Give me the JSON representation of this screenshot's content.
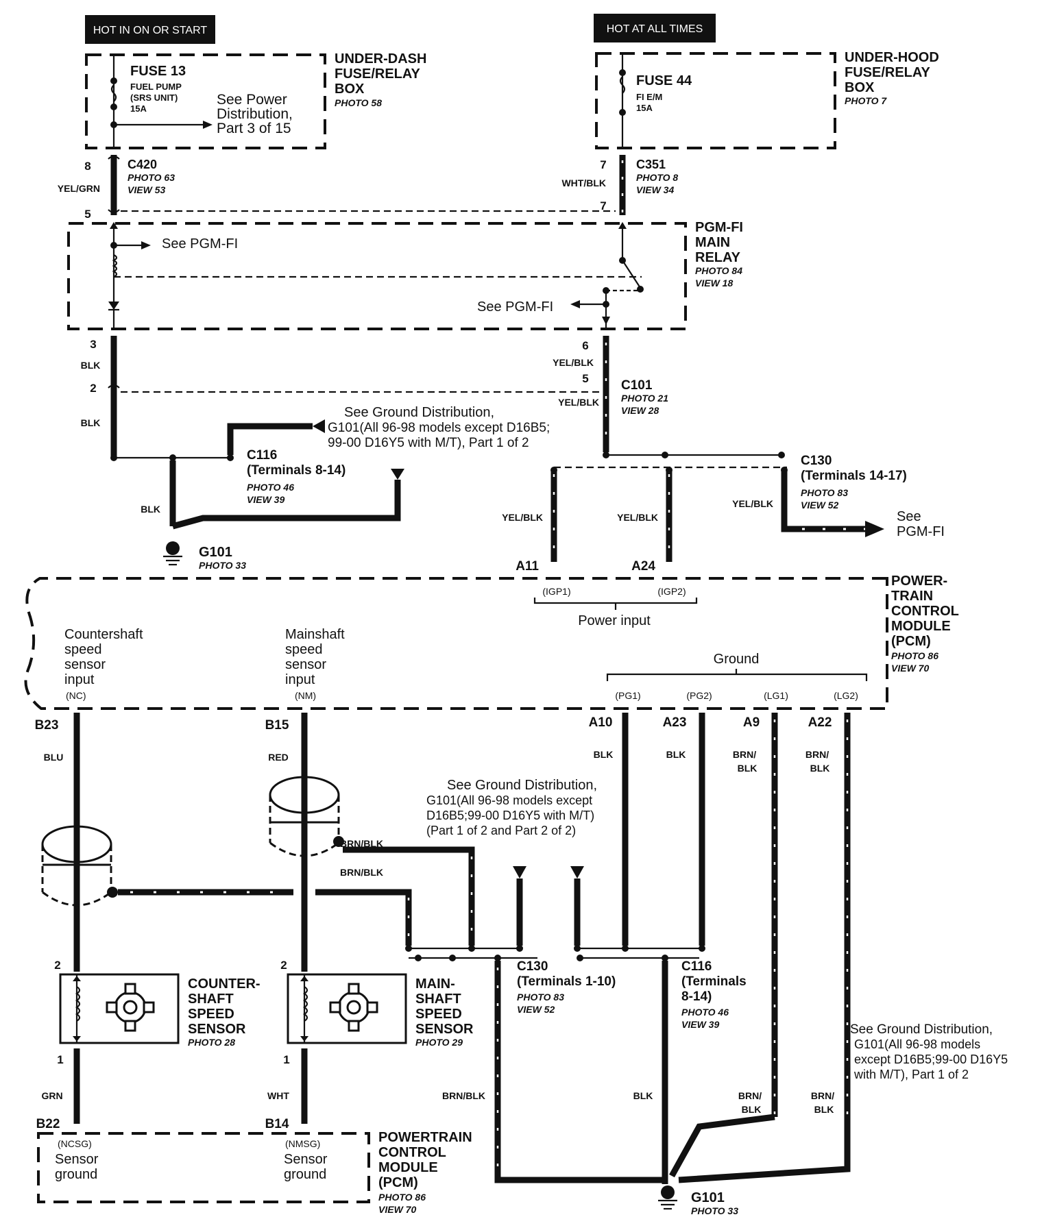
{
  "headers": {
    "ignition": "HOT IN ON OR START",
    "always": "HOT AT ALL TIMES"
  },
  "under_dash": {
    "title": [
      "UNDER-DASH",
      "FUSE/RELAY",
      "BOX"
    ],
    "photo": "PHOTO 58",
    "fuse": "FUSE 13",
    "fuse_desc": [
      "FUEL PUMP",
      "(SRS UNIT)",
      "15A"
    ],
    "see": [
      "See Power",
      "Distribution,",
      "Part 3 of 15"
    ]
  },
  "under_hood": {
    "title": [
      "UNDER-HOOD",
      "FUSE/RELAY",
      "BOX"
    ],
    "photo": "PHOTO 7",
    "fuse": "FUSE 44",
    "fuse_desc": [
      "FI E/M",
      "15A"
    ]
  },
  "c420": {
    "name": "C420",
    "photo": "PHOTO 63",
    "view": "VIEW 53",
    "pin_top": "8",
    "pin_bot": "5",
    "wire": "YEL/GRN"
  },
  "c351": {
    "name": "C351",
    "photo": "PHOTO 8",
    "view": "VIEW 34",
    "pin_top": "7",
    "pin_bot": "7",
    "wire": "WHT/BLK"
  },
  "relay": {
    "title": [
      "PGM-FI",
      "MAIN",
      "RELAY"
    ],
    "photo": "PHOTO 84",
    "view": "VIEW 18",
    "see1": "See PGM-FI",
    "see2": "See PGM-FI"
  },
  "left_pins": {
    "p3": "3",
    "p2": "2",
    "wire1": "BLK",
    "wire2": "BLK",
    "wire3": "BLK"
  },
  "c101": {
    "name": "C101",
    "photo": "PHOTO 21",
    "view": "VIEW 28",
    "p6": "6",
    "p5": "5",
    "wire1": "YEL/BLK",
    "wire2": "YEL/BLK"
  },
  "ground_note1": [
    "See Ground Distribution,",
    "G101(All 96-98 models except D16B5;",
    "99-00 D16Y5 with M/T), Part 1 of 2"
  ],
  "c116_top": {
    "name": "C116",
    "terms": "(Terminals 8-14)",
    "photo": "PHOTO 46",
    "view": "VIEW 39"
  },
  "g101_top": {
    "name": "G101",
    "photo": "PHOTO 33"
  },
  "c130_top": {
    "name": "C130",
    "terms": "(Terminals 14-17)",
    "photo": "PHOTO 83",
    "view": "VIEW 52",
    "see": [
      "See",
      "PGM-FI"
    ]
  },
  "pcm_power": {
    "a11": "A11",
    "a24": "A24",
    "wires": [
      "YEL/BLK",
      "YEL/BLK",
      "YEL/BLK"
    ],
    "igp1": "(IGP1)",
    "igp2": "(IGP2)",
    "label": "Power input"
  },
  "pcm": {
    "title": [
      "POWER-",
      "TRAIN",
      "CONTROL",
      "MODULE",
      "(PCM)"
    ],
    "photo": "PHOTO 86",
    "view": "VIEW 70",
    "cs_input": [
      "Countershaft",
      "speed",
      "sensor",
      "input"
    ],
    "cs_code": "(NC)",
    "ms_input": [
      "Mainshaft",
      "speed",
      "sensor",
      "input"
    ],
    "ms_code": "(NM)",
    "ground": "Ground",
    "gnd_codes": [
      "(PG1)",
      "(PG2)",
      "(LG1)",
      "(LG2)"
    ]
  },
  "pcm_pins": {
    "b23": "B23",
    "b15": "B15",
    "a10": "A10",
    "a23": "A23",
    "a9": "A9",
    "a22": "A22"
  },
  "wires_low": {
    "blu": "BLU",
    "red": "RED",
    "blk1": "BLK",
    "blk2": "BLK",
    "brnblk1": [
      "BRN/",
      "BLK"
    ],
    "brnblk2": [
      "BRN/",
      "BLK"
    ],
    "brnblk_a": "BRN/BLK",
    "brnblk_b": "BRN/BLK",
    "grn": "GRN",
    "wht": "WHT",
    "brnblk_c": "BRN/BLK",
    "blk3": "BLK",
    "brnblk3": [
      "BRN/",
      "BLK"
    ],
    "brnblk4": [
      "BRN/",
      "BLK"
    ]
  },
  "ground_note2": [
    "See Ground Distribution,",
    "G101(All 96-98 models except",
    "D16B5;99-00 D16Y5 with M/T)",
    "(Part 1 of 2 and Part 2 of 2)"
  ],
  "ground_note3": [
    "See Ground Distribution,",
    "G101(All 96-98 models",
    "except D16B5;99-00 D16Y5",
    "with M/T), Part 1 of 2"
  ],
  "c130_low": {
    "name": "C130",
    "terms": "(Terminals 1-10)",
    "photo": "PHOTO 83",
    "view": "VIEW 52"
  },
  "c116_low": {
    "name": "C116",
    "terms": [
      "(Terminals",
      "8-14)"
    ],
    "photo": "PHOTO 46",
    "view": "VIEW 39"
  },
  "cs_sensor": {
    "title": [
      "COUNTER-",
      "SHAFT",
      "SPEED",
      "SENSOR"
    ],
    "photo": "PHOTO 28",
    "p2": "2",
    "p1": "1"
  },
  "ms_sensor": {
    "title": [
      "MAIN-",
      "SHAFT",
      "SPEED",
      "SENSOR"
    ],
    "photo": "PHOTO 29",
    "p2": "2",
    "p1": "1"
  },
  "pcm_low": {
    "b22": "B22",
    "b14": "B14",
    "ncsg": "(NCSG)",
    "nmsg": "(NMSG)",
    "sg1": [
      "Sensor",
      "ground"
    ],
    "sg2": [
      "Sensor",
      "ground"
    ],
    "title": [
      "POWERTRAIN",
      "CONTROL",
      "MODULE",
      "(PCM)"
    ],
    "photo": "PHOTO 86",
    "view": "VIEW 70"
  },
  "g101_low": {
    "name": "G101",
    "photo": "PHOTO 33"
  }
}
